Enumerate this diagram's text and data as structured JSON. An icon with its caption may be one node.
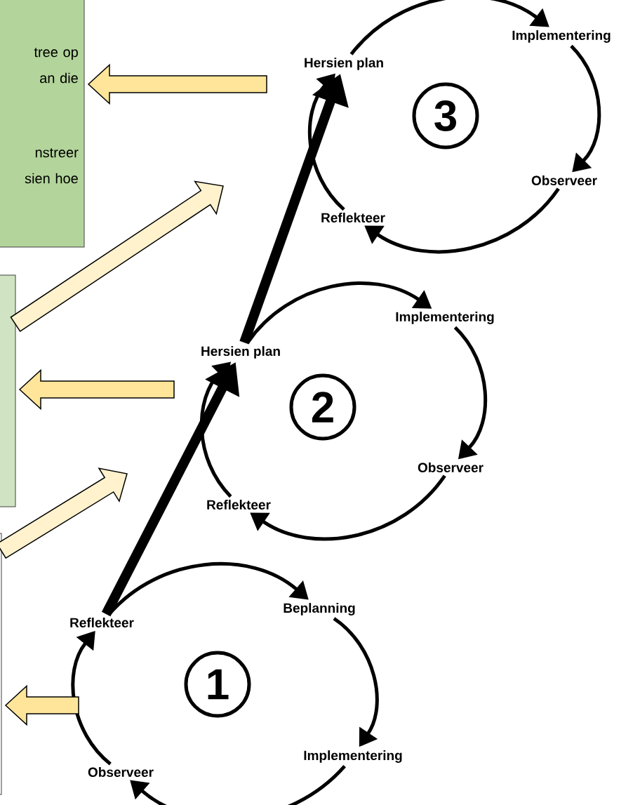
{
  "diagram": {
    "nodes": [
      {
        "text": [
          "tree op an die",
          "nstreer sien hoe"
        ]
      },
      {
        "text": [],
        "shape": "box"
      },
      {
        "text": [],
        "shape": "box"
      },
      {
        "text": [
          "1"
        ]
      },
      {
        "text": [
          "Reflekteer"
        ]
      },
      {
        "text": [
          "Beplanning"
        ]
      },
      {
        "text": [
          "Implementering"
        ]
      },
      {
        "text": [
          "Observeer"
        ]
      },
      {
        "text": [
          "2"
        ]
      },
      {
        "text": [
          "Hersien plan"
        ]
      },
      {
        "text": [
          "Implementering"
        ]
      },
      {
        "text": [
          "Observeer"
        ]
      },
      {
        "text": [
          "Reflekteer"
        ]
      },
      {
        "text": [
          "3"
        ]
      },
      {
        "text": [
          "Hersien plan"
        ]
      },
      {
        "text": [
          "Implementering"
        ]
      },
      {
        "text": [
          "Observeer"
        ]
      },
      {
        "text": [
          "Reflekteer"
        ]
      }
    ],
    "edges": [
      {
        "from": 4,
        "to": 5,
        "arrow": "to"
      },
      {
        "from": 5,
        "to": 6,
        "arrow": "to"
      },
      {
        "from": 6,
        "to": 7,
        "arrow": "to"
      },
      {
        "from": 7,
        "to": 4,
        "arrow": "to"
      },
      {
        "from": 4,
        "to": 9,
        "arrow": "to",
        "style": "thick"
      },
      {
        "from": 9,
        "to": 10,
        "arrow": "to"
      },
      {
        "from": 10,
        "to": 11,
        "arrow": "to"
      },
      {
        "from": 11,
        "to": 12,
        "arrow": "to"
      },
      {
        "from": 12,
        "to": 9,
        "arrow": "to"
      },
      {
        "from": 9,
        "to": 14,
        "arrow": "to",
        "style": "thick"
      },
      {
        "from": 14,
        "to": 15,
        "arrow": "to"
      },
      {
        "from": 15,
        "to": 16,
        "arrow": "to"
      },
      {
        "from": 16,
        "to": 17,
        "arrow": "to"
      },
      {
        "from": 17,
        "to": 14,
        "arrow": "to"
      },
      {
        "from": null,
        "to": 0,
        "arrow": "to",
        "style": "thick",
        "color": "#ffe599"
      },
      {
        "from": 1,
        "to": null,
        "arrow": "to",
        "style": "thick",
        "color": "#fff2cc"
      },
      {
        "from": null,
        "to": 1,
        "arrow": "to",
        "style": "thick",
        "color": "#ffe599"
      },
      {
        "from": 2,
        "to": null,
        "arrow": "to",
        "style": "thick",
        "color": "#fff2cc"
      },
      {
        "from": null,
        "to": 2,
        "arrow": "to",
        "style": "thick",
        "color": "#ffe599"
      }
    ]
  }
}
